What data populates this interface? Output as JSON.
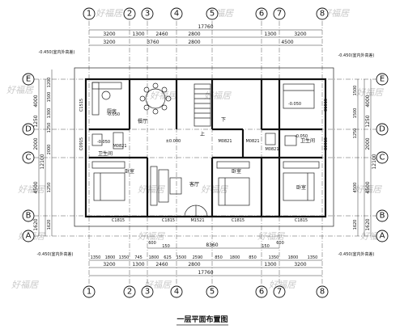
{
  "title": "一层平面布置图",
  "watermark": "好福居",
  "colors": {
    "ink": "#111111",
    "watermark": "#c9c9c9"
  },
  "axes_x": [
    "1",
    "2",
    "3",
    "4",
    "5",
    "6",
    "7",
    "8"
  ],
  "axes_y": [
    "A",
    "B",
    "C",
    "D",
    "E"
  ],
  "dims_top_row1": [
    "3200",
    "1300",
    "2460",
    "2800",
    "1300",
    "3200"
  ],
  "dims_top_row2": [
    "3200",
    "3760",
    "2800",
    "4500"
  ],
  "dims_top_total": "17760",
  "dims_bottom_row1": [
    "1350",
    "1800",
    "1350",
    "745",
    "1800",
    "625",
    "1500",
    "2590",
    "850",
    "1800",
    "850",
    "1350",
    "1800",
    "1350"
  ],
  "dims_bottom_row2": [
    "3200",
    "1300",
    "2460",
    "2800",
    "1300",
    "3200"
  ],
  "dims_bottom_total": "17760",
  "dims_bottom_inner": "8360",
  "dims_bottom_small": [
    "600",
    "150",
    "150",
    "600"
  ],
  "dims_left_outer": [
    "1620",
    "4500",
    "2000",
    "1250",
    "4000"
  ],
  "dims_left_inner": [
    "1620",
    "1250",
    "2000",
    "1250",
    "1300",
    "1500",
    "1200"
  ],
  "dims_left_total": "12100",
  "dims_right_outer": [
    "1620",
    "4500",
    "2000",
    "1250",
    "4000"
  ],
  "dims_right_inner": [
    "1620",
    "4500",
    "1250",
    "1500",
    "1500"
  ],
  "dims_right_total": "12100",
  "level_notes": [
    "-0.450(室内外高差)",
    "-0.450(室内外高差)",
    "-0.450(室内外高差)",
    "-0.450(室内外高差)"
  ],
  "floor_levels": [
    "±0.000",
    "-0.050",
    "-0.050",
    "-0.050",
    "-0.050"
  ],
  "windows": [
    "C1815",
    "C1815",
    "C1815",
    "C1815",
    "C1515",
    "C1515",
    "C0915",
    "C0915"
  ],
  "doors": [
    "M1521",
    "M0821",
    "M0821",
    "M0821",
    "M0821"
  ],
  "rooms": [
    "厨房",
    "餐厅",
    "客厅",
    "卧室",
    "卧室",
    "卧室",
    "卫生间",
    "卫生间",
    "楼梯",
    "上",
    "下"
  ]
}
